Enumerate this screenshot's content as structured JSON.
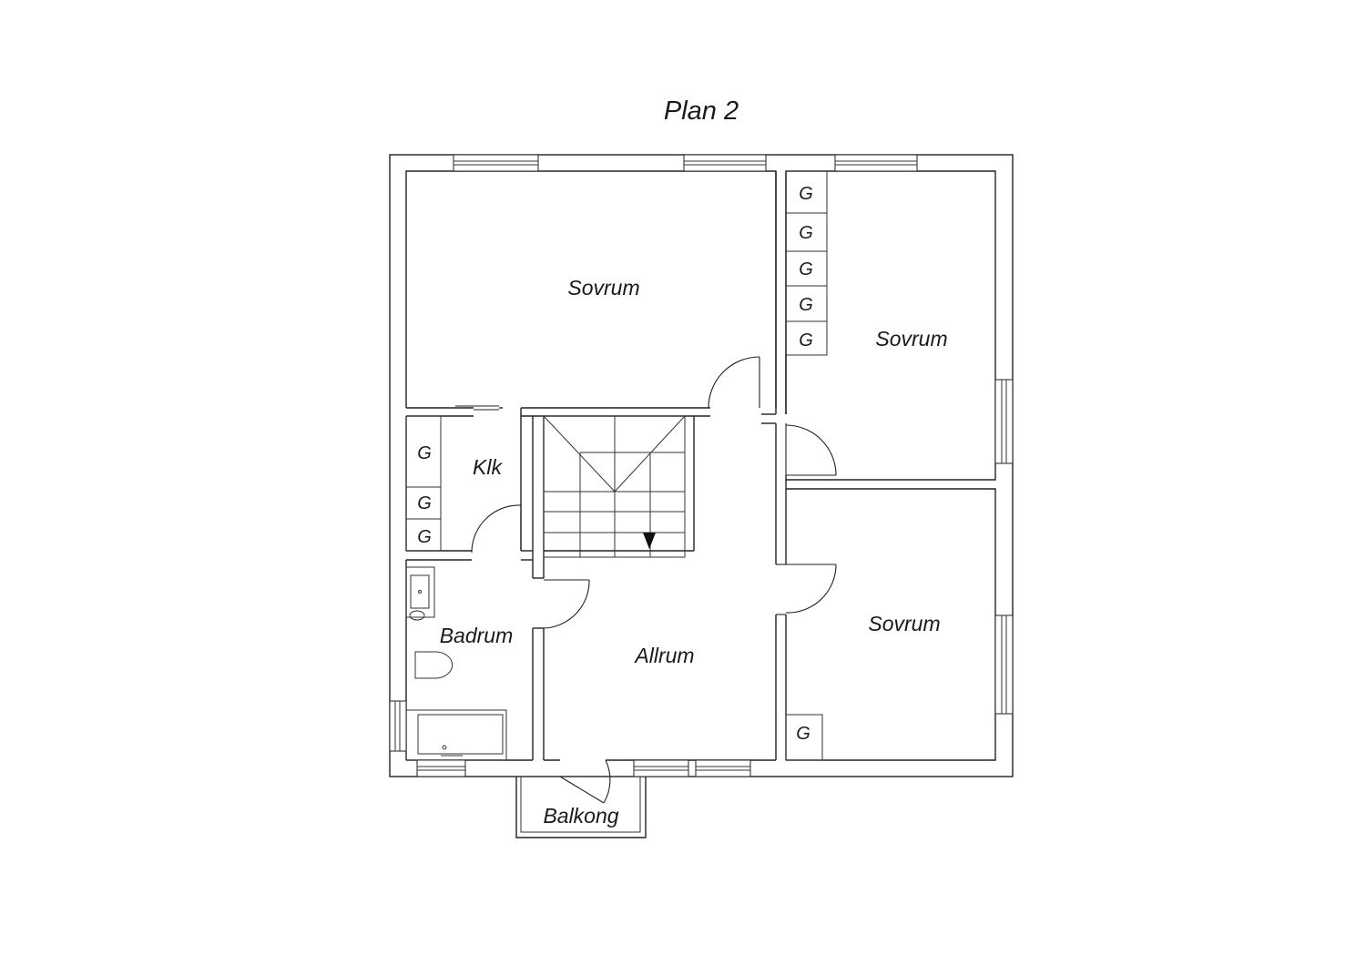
{
  "plan": {
    "title": "Plan 2",
    "rooms": {
      "sovrum_1": "Sovrum",
      "sovrum_2": "Sovrum",
      "sovrum_3": "Sovrum",
      "klk": "Klk",
      "badrum": "Badrum",
      "allrum": "Allrum",
      "balkong": "Balkong"
    },
    "wardrobe_label": "G"
  }
}
